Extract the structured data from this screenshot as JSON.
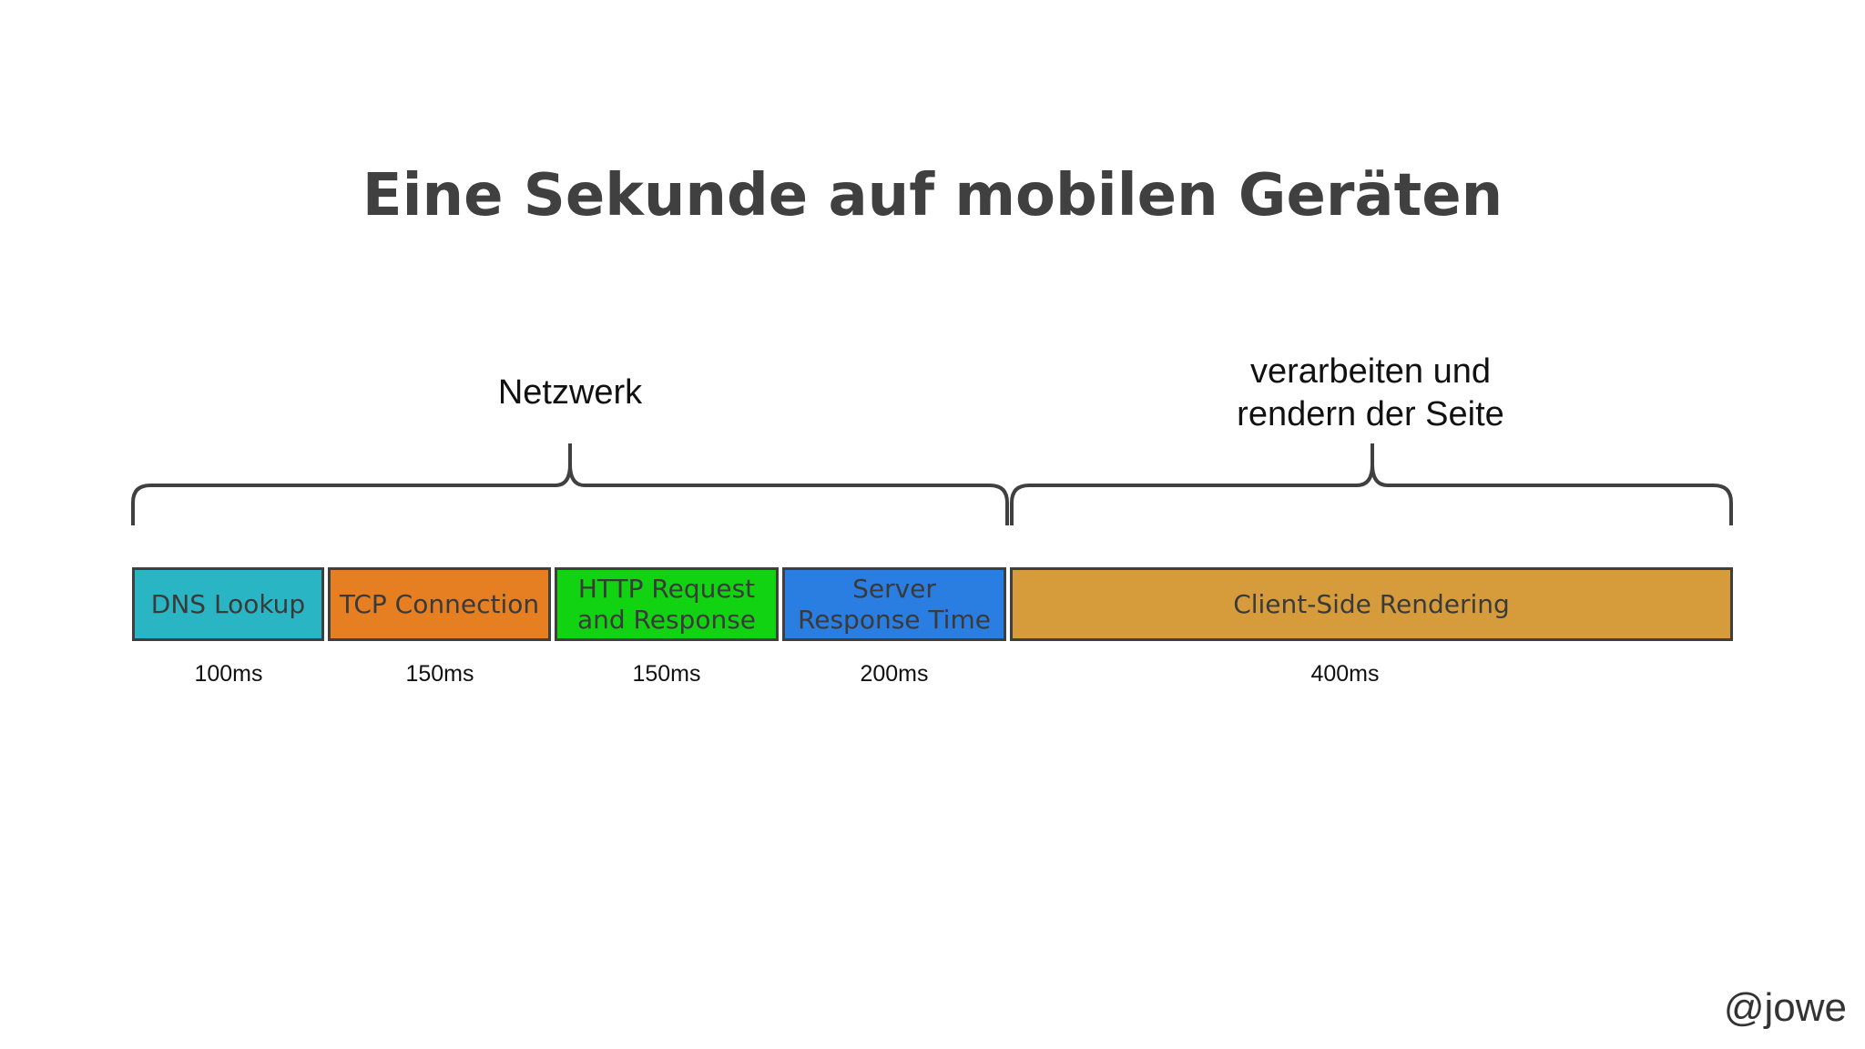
{
  "title": "Eine Sekunde auf mobilen Geräten",
  "groups": {
    "network": "Netzwerk",
    "render": "verarbeiten und\nrendern der Seite"
  },
  "segments": [
    {
      "label": "DNS Lookup",
      "duration": "100ms",
      "color": "#2ab5c5"
    },
    {
      "label": "TCP Connection",
      "duration": "150ms",
      "color": "#e67e22"
    },
    {
      "label": "HTTP Request\nand Response",
      "duration": "150ms",
      "color": "#12d312"
    },
    {
      "label": "Server\nResponse Time",
      "duration": "200ms",
      "color": "#2a7de1"
    },
    {
      "label": "Client-Side Rendering",
      "duration": "400ms",
      "color": "#d69c3c"
    }
  ],
  "handle": "@jowe"
}
